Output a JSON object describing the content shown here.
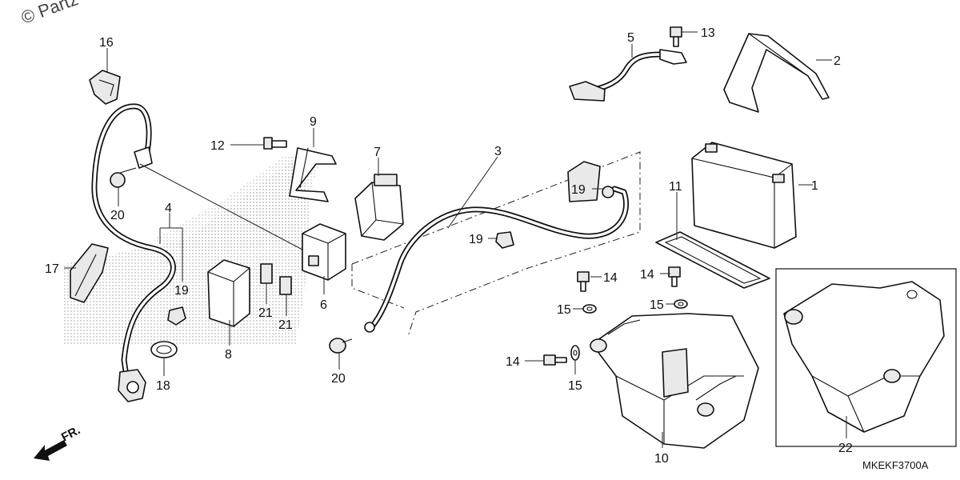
{
  "watermark": "© Partz",
  "diagram_code": "MKEKF3700A",
  "direction_label": "FR.",
  "callouts": {
    "c1": "1",
    "c2": "2",
    "c3": "3",
    "c4": "4",
    "c5": "5",
    "c6": "6",
    "c7": "7",
    "c8": "8",
    "c9": "9",
    "c10": "10",
    "c11": "11",
    "c12": "12",
    "c13": "13",
    "c14a": "14",
    "c14b": "14",
    "c14c": "14",
    "c15a": "15",
    "c15b": "15",
    "c15c": "15",
    "c16": "16",
    "c17": "17",
    "c18": "18",
    "c19a": "19",
    "c19b": "19",
    "c19c": "19",
    "c20a": "20",
    "c20b": "20",
    "c21a": "21",
    "c21b": "21",
    "c22": "22"
  }
}
